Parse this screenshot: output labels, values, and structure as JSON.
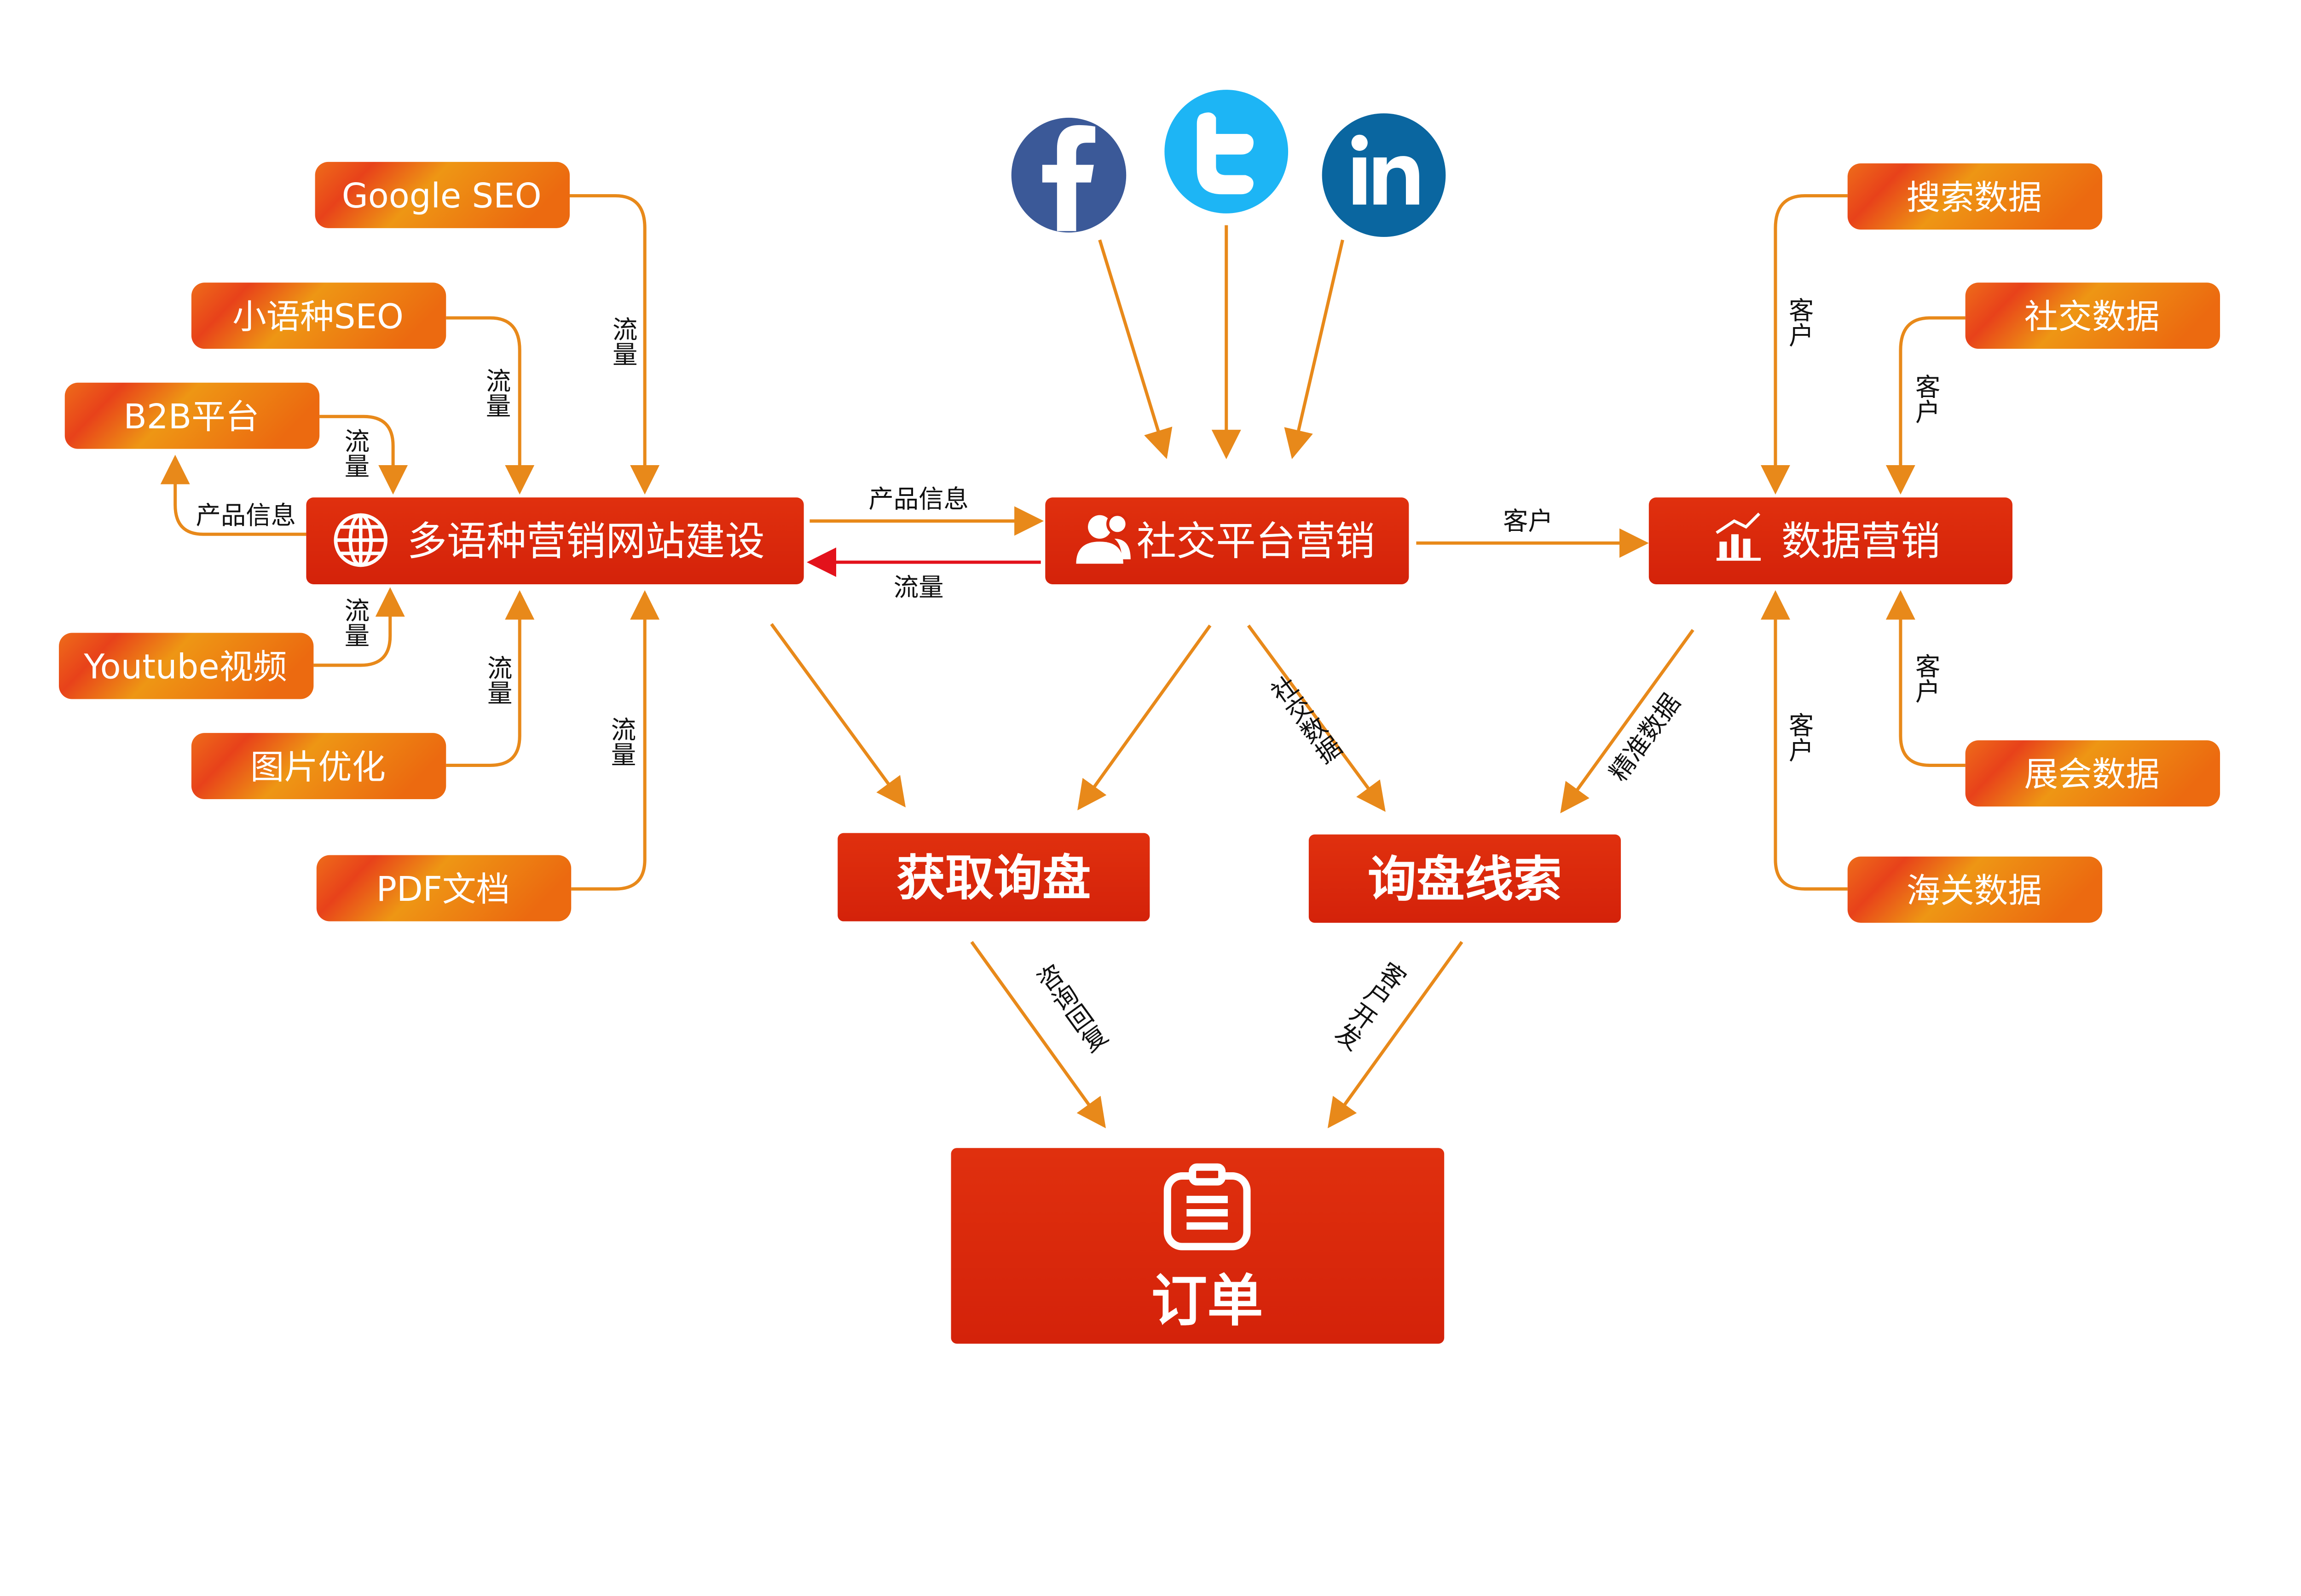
{
  "hub": {
    "website": "多语种营销网站建设",
    "social": "社交平台营销",
    "data_marketing": "数据营销"
  },
  "sources_left": [
    "Google SEO",
    "小语种SEO",
    "B2B平台",
    "Youtube视频",
    "图片优化",
    "PDF文档"
  ],
  "sources_right": [
    "搜索数据",
    "社交数据",
    "展会数据",
    "海关数据"
  ],
  "outcomes": {
    "inquiry": "获取询盘",
    "leads": "询盘线索",
    "order": "订单"
  },
  "edge_labels": {
    "traffic": "流量",
    "product_info": "产品信息",
    "customer": "客户",
    "social_data": "社交数据",
    "precise_data": "精准数据",
    "consult_reply": "咨询回复",
    "customer_dev": "客户开发"
  },
  "social_icons": [
    "facebook-icon",
    "twitter-icon",
    "linkedin-icon"
  ],
  "hub_icons": [
    "globe-icon",
    "users-icon",
    "bar-chart-icon",
    "clipboard-icon"
  ],
  "colors": {
    "hub_red": "#D9280C",
    "arrow_orange": "#E8891A",
    "arrow_red": "#E3121B",
    "facebook": "#3B5998",
    "twitter": "#1DA1F2",
    "linkedin": "#0A66A0"
  }
}
